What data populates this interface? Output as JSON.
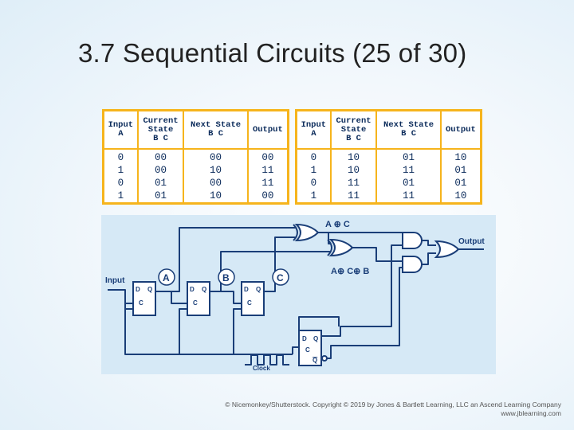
{
  "slide": {
    "title": "3.7 Sequential Circuits (25 of 30)"
  },
  "tables": [
    {
      "headers": [
        "Input\nA",
        "Current\nState\nB C",
        "Next State\nB C",
        "Output"
      ],
      "rows": [
        [
          "0",
          "00",
          "00",
          "00"
        ],
        [
          "1",
          "00",
          "10",
          "11"
        ],
        [
          "0",
          "01",
          "00",
          "11"
        ],
        [
          "1",
          "01",
          "10",
          "00"
        ]
      ]
    },
    {
      "headers": [
        "Input\nA",
        "Current\nState\nB C",
        "Next State\nB C",
        "Output"
      ],
      "rows": [
        [
          "0",
          "10",
          "01",
          "10"
        ],
        [
          "1",
          "10",
          "11",
          "01"
        ],
        [
          "0",
          "11",
          "01",
          "01"
        ],
        [
          "1",
          "11",
          "11",
          "10"
        ]
      ]
    }
  ],
  "circuit": {
    "input_label": "Input",
    "output_label": "Output",
    "clock_label": "Clock",
    "xor1_label": "A ⊕ C",
    "xor2_label": "A⊕ C⊕ B",
    "flipflop_names": [
      "A",
      "B",
      "C"
    ],
    "d_label": "D",
    "q_label": "Q",
    "c_label": "C",
    "qbar_label": "Q"
  },
  "footer": {
    "copyright": "© Nicemonkey/Shutterstock. Copyright © 2019 by Jones & Bartlett Learning, LLC an Ascend Learning Company",
    "website": "www.jblearning.com"
  },
  "colors": {
    "table_border": "#f6b41c",
    "table_text": "#0a2a5a",
    "wire": "#1a3e78",
    "panel": "#d6e9f6"
  }
}
